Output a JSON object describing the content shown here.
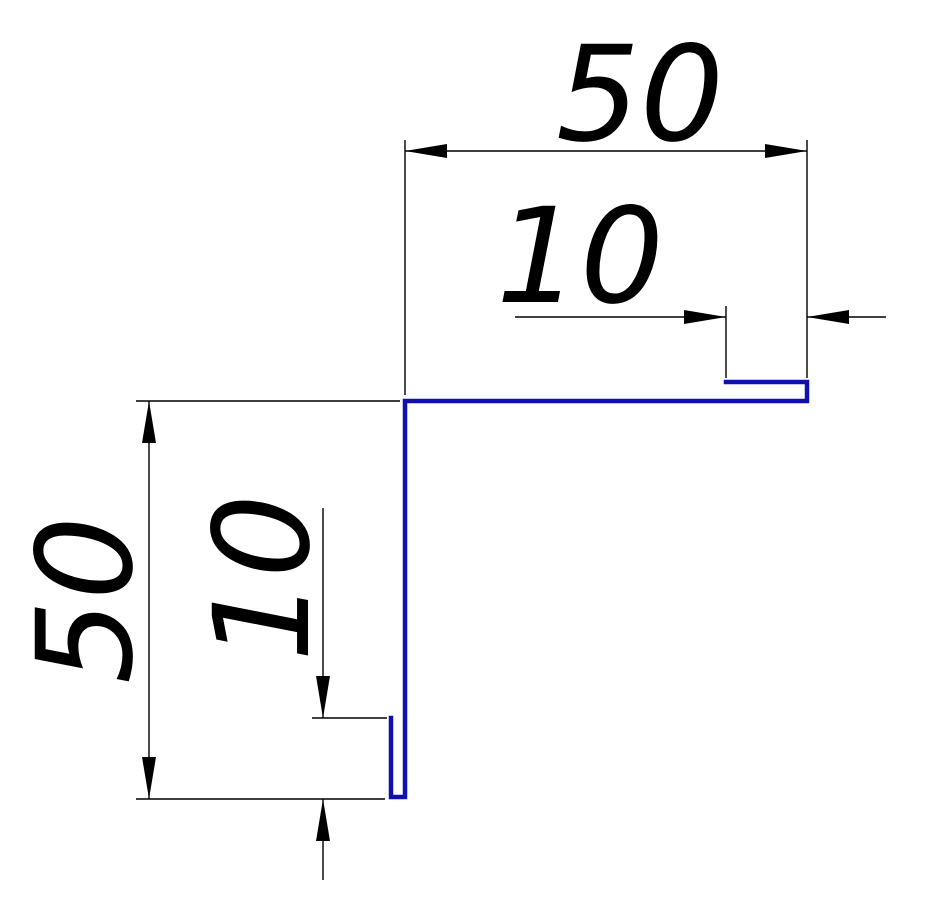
{
  "drawing": {
    "profile_color": "#1010b0",
    "dimension_color": "#000000",
    "dimensions": {
      "top_overall": "50",
      "top_hem": "10",
      "left_overall": "50",
      "left_hem": "10"
    }
  }
}
